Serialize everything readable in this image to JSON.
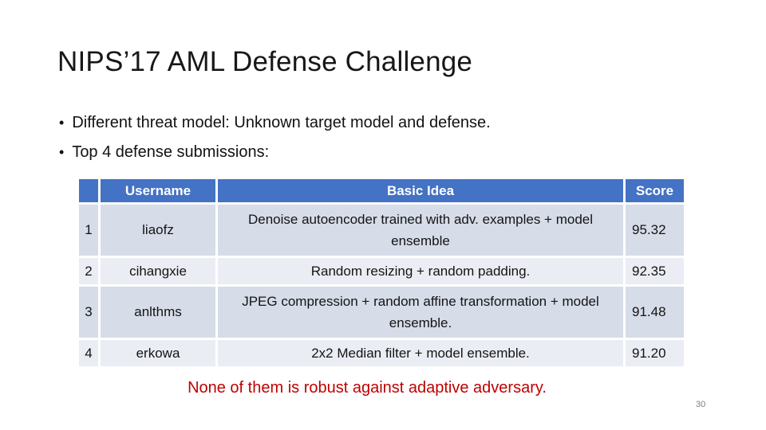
{
  "slide": {
    "title": "NIPS’17 AML Defense Challenge",
    "bullet_glyph": "•",
    "bullets": [
      "Different threat model: Unknown target model and defense.",
      "Top 4 defense submissions:"
    ],
    "footer_note": "None of them is robust against adaptive adversary.",
    "page_number": "30"
  },
  "table": {
    "headers": {
      "rank": "",
      "username": "Username",
      "basic_idea": "Basic Idea",
      "score": "Score"
    },
    "rows": [
      {
        "rank": "1",
        "username": "liaofz",
        "basic_idea": "Denoise autoencoder trained with adv. examples + model ensemble",
        "score": "95.32"
      },
      {
        "rank": "2",
        "username": "cihangxie",
        "basic_idea": "Random resizing + random padding.",
        "score": "92.35"
      },
      {
        "rank": "3",
        "username": "anlthms",
        "basic_idea": "JPEG compression + random affine transformation + model ensemble.",
        "score": "91.48"
      },
      {
        "rank": "4",
        "username": "erkowa",
        "basic_idea": "2x2 Median filter + model ensemble.",
        "score": "91.20"
      }
    ]
  },
  "colors": {
    "header_bg": "#4472C4",
    "header_text": "#FFFFFF",
    "band_dark": "#D6DCE8",
    "band_light": "#EBEDF4",
    "accent_red": "#C00000",
    "body_text": "#141414",
    "page_number_gray": "#7F7F7F"
  }
}
